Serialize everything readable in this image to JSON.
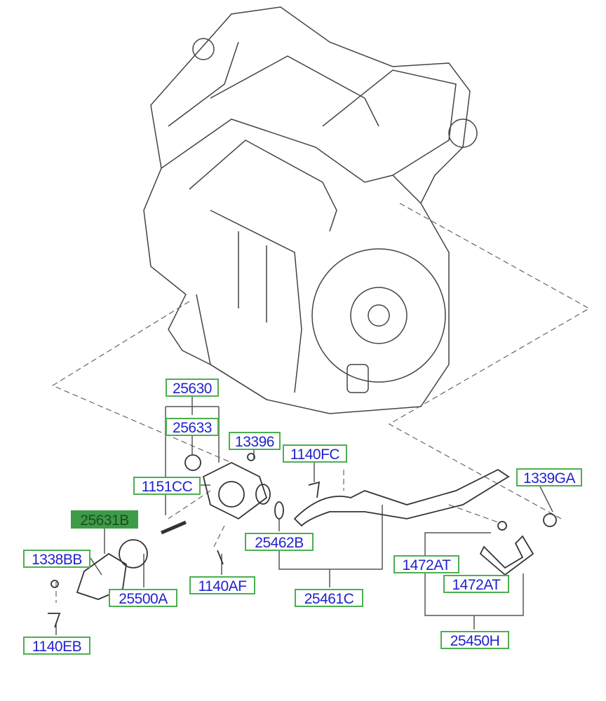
{
  "diagram": {
    "title": "Engine coolant thermostat and water pipe parts",
    "highlight_color": "#3e9b47",
    "label_text_color": "#2222cc",
    "label_border_color": "#4caf50",
    "labels": [
      {
        "part": "25630",
        "highlighted": false
      },
      {
        "part": "25633",
        "highlighted": false
      },
      {
        "part": "13396",
        "highlighted": false
      },
      {
        "part": "1140FC",
        "highlighted": false
      },
      {
        "part": "1151CC",
        "highlighted": false
      },
      {
        "part": "1339GA",
        "highlighted": false
      },
      {
        "part": "25631B",
        "highlighted": true
      },
      {
        "part": "1338BB",
        "highlighted": false
      },
      {
        "part": "25462B",
        "highlighted": false
      },
      {
        "part": "1472AT",
        "highlighted": false
      },
      {
        "part": "1472AT",
        "highlighted": false
      },
      {
        "part": "1140AF",
        "highlighted": false
      },
      {
        "part": "25500A",
        "highlighted": false
      },
      {
        "part": "25461C",
        "highlighted": false
      },
      {
        "part": "1140EB",
        "highlighted": false
      },
      {
        "part": "25450H",
        "highlighted": false
      }
    ]
  }
}
